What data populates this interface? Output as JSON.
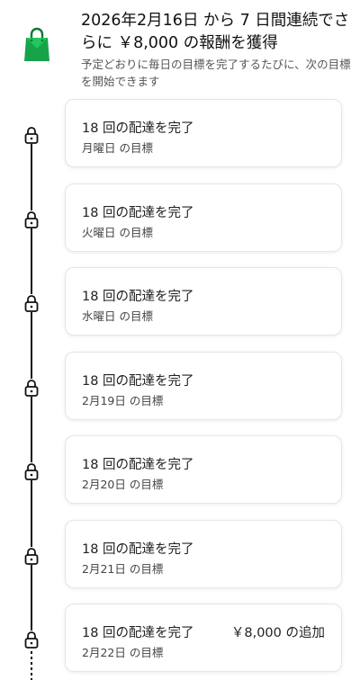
{
  "header": {
    "title": "2026年2月16日 から 7 日間連続でさらに ￥8,000 の報酬を獲得",
    "subtitle": "予定どおりに毎日の目標を完了するたびに、次の目標を開始できます",
    "icon": "shopping-bag-icon",
    "accent_color": "#17a34a"
  },
  "goals": [
    {
      "title": "18 回の配達を完了",
      "day": "月曜日 の目標",
      "reward": ""
    },
    {
      "title": "18 回の配達を完了",
      "day": "火曜日 の目標",
      "reward": ""
    },
    {
      "title": "18 回の配達を完了",
      "day": "水曜日 の目標",
      "reward": ""
    },
    {
      "title": "18 回の配達を完了",
      "day": "2月19日 の目標",
      "reward": ""
    },
    {
      "title": "18 回の配達を完了",
      "day": "2月20日 の目標",
      "reward": ""
    },
    {
      "title": "18 回の配達を完了",
      "day": "2月21日 の目標",
      "reward": ""
    },
    {
      "title": "18 回の配達を完了",
      "day": "2月22日 の目標",
      "reward": "￥8,000 の追加"
    }
  ]
}
